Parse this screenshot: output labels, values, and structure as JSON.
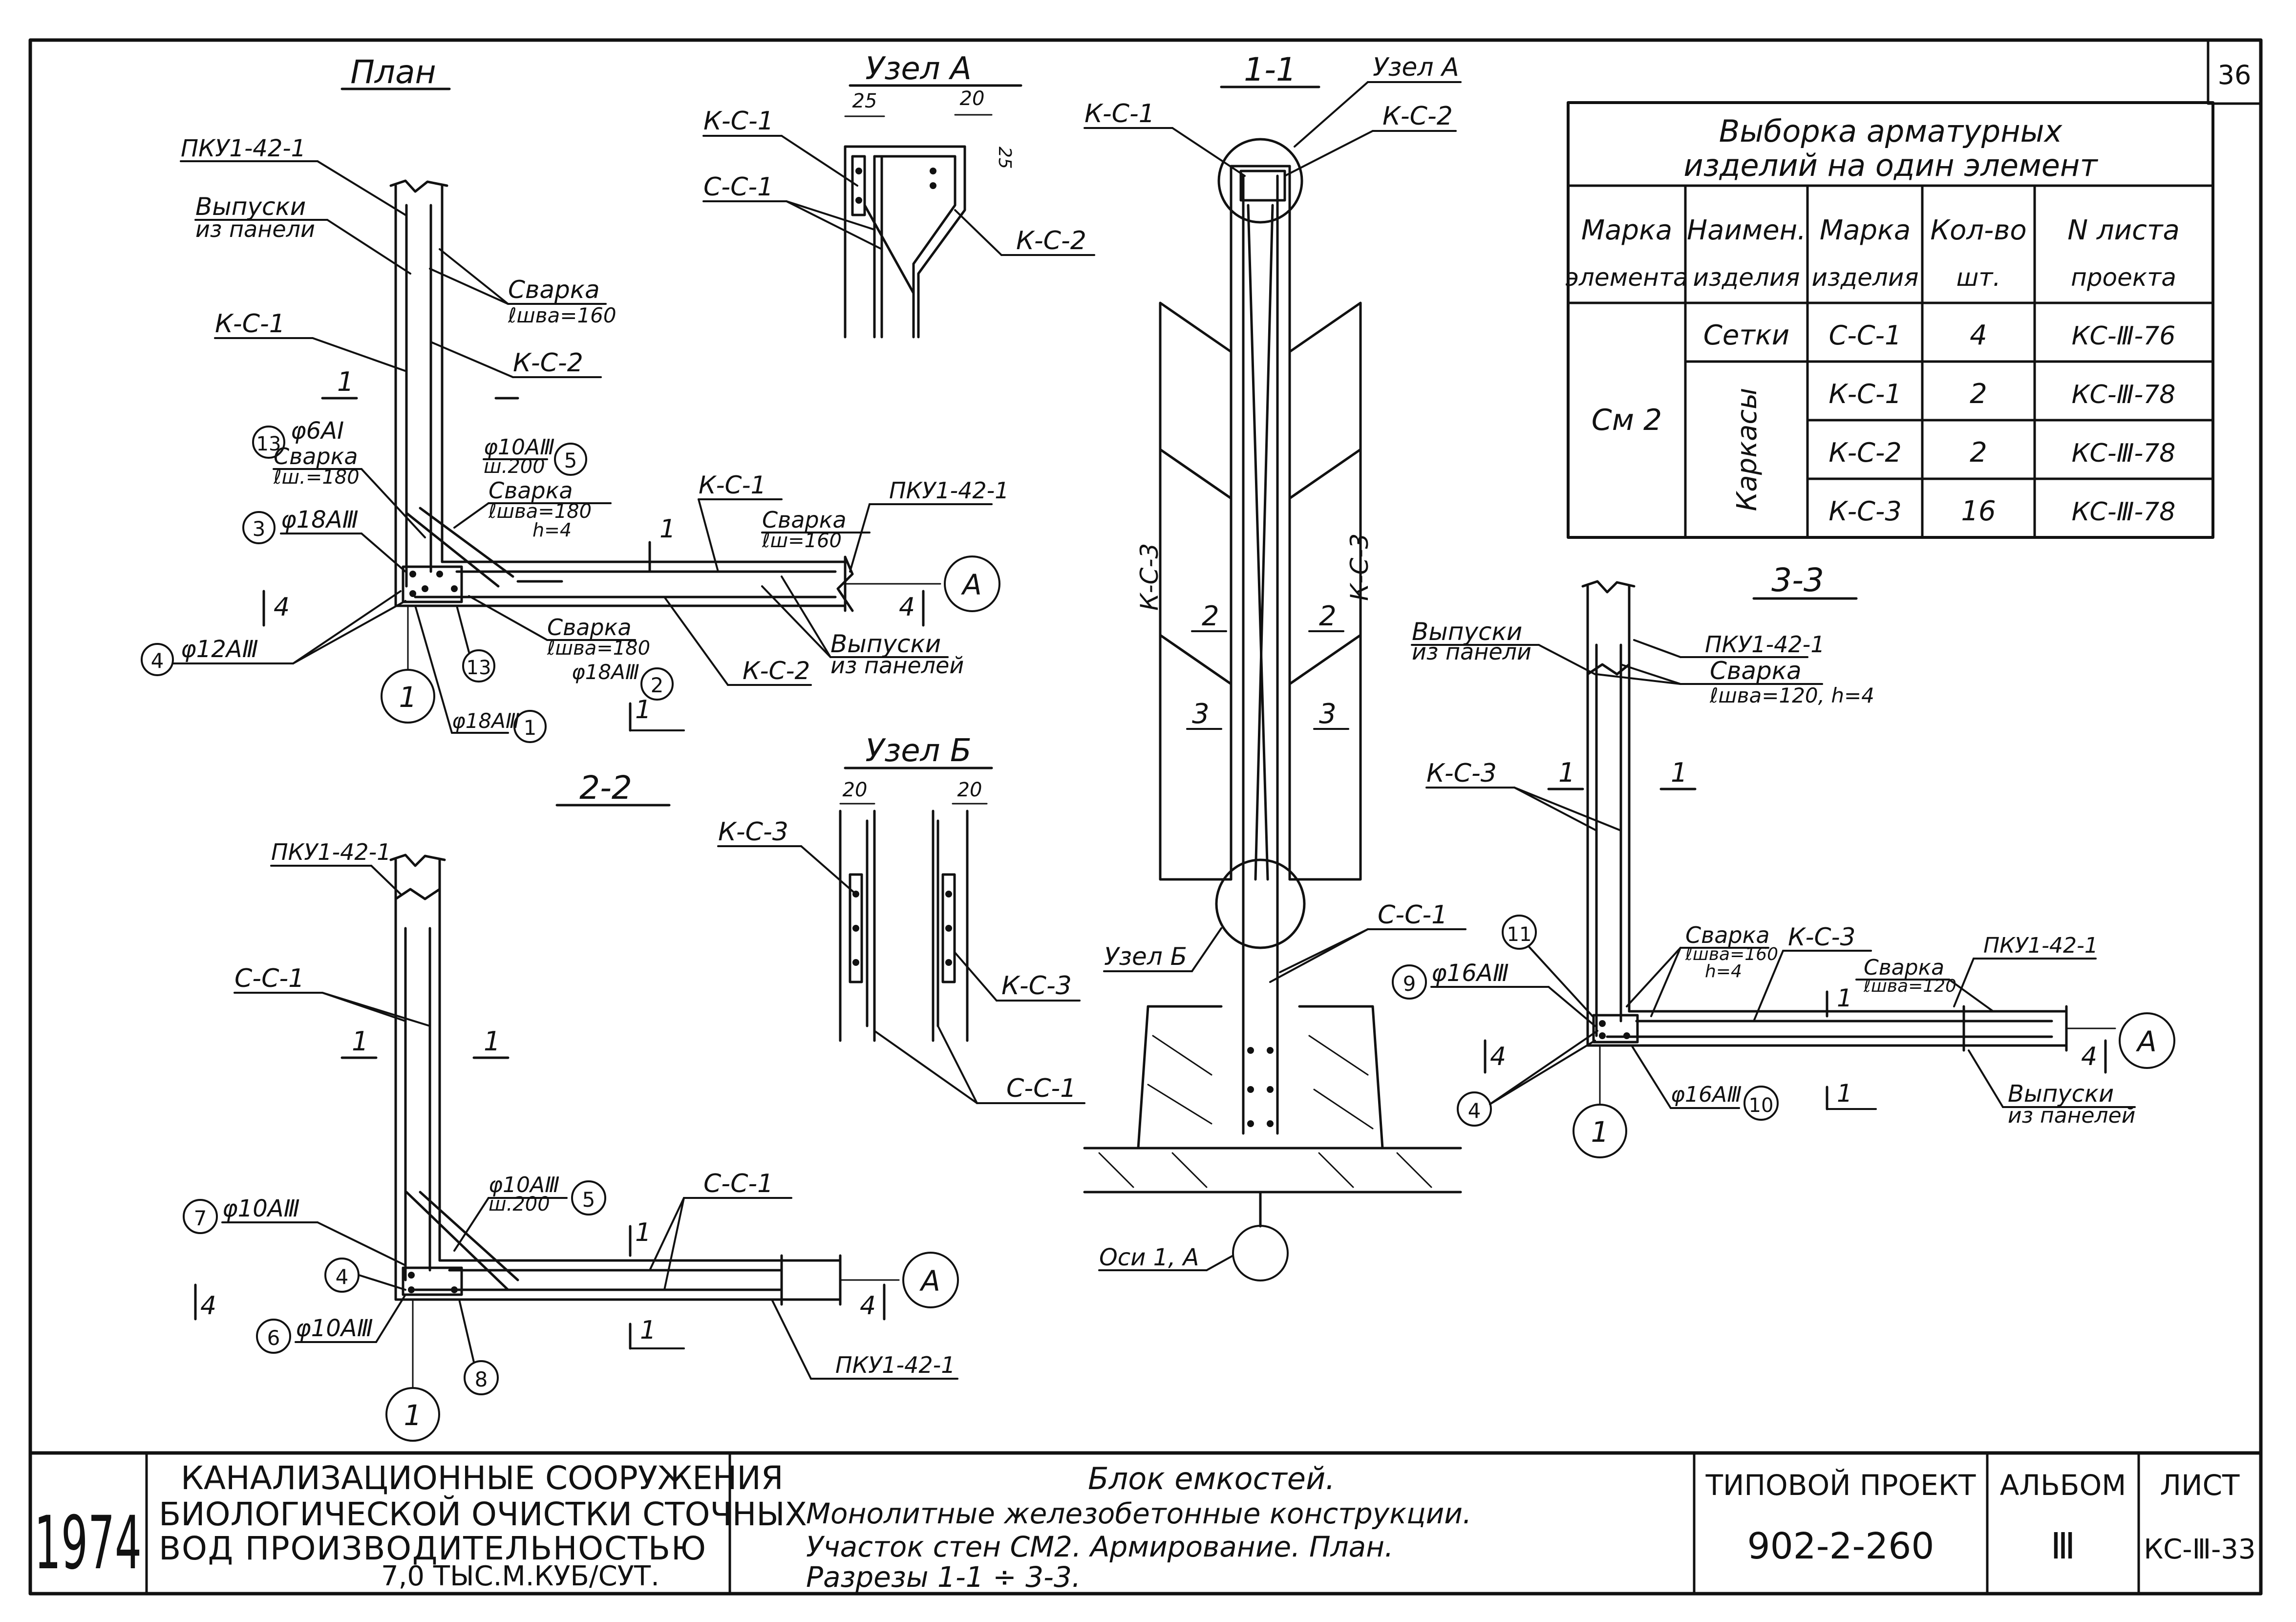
{
  "sheet_number": "36",
  "views": {
    "plan": "План",
    "node_a": "Узел А",
    "node_b": "Узел Б",
    "section_1_1": "1-1",
    "section_2_2": "2-2",
    "section_3_3": "3-3"
  },
  "labels": {
    "pku_1": "ПКУ1-42-1",
    "pku_2": "ПКУ1-42-1",
    "pku_3": "ПКУ1-42-1",
    "pku_4": "ПКУ1-42-1",
    "pku_5": "ПКУ1-42-1",
    "pku_6": "ПКУ1-42-1",
    "vypuski_1": "Выпуски",
    "iz_paneli_1": "из панели",
    "vypuski_2": "Выпуски",
    "iz_paneli_2": "из панелей",
    "vypuski_3": "Выпуски",
    "iz_paneli_3": "из панели",
    "vypuski_4": "Выпуски",
    "iz_paneli_4": "из панелей",
    "svarka": "Сварка",
    "lsh160": "ℓшва=160",
    "lsh180": "ℓш.=180",
    "lsh180b": "ℓшва=180",
    "lsh180c": "ℓшва=180",
    "lsh160b": "ℓш=160",
    "h4": "h=4",
    "lsh120": "ℓшва=120, h=4",
    "lsh160c": "ℓшва=160",
    "lsh120b": "ℓшва=120",
    "ks1": "К-С-1",
    "ks2": "К-С-2",
    "ks3": "К-С-3",
    "cc1": "С-С-1",
    "d6ai": "φ6АI",
    "d10aiii": "φ10АⅢ",
    "sh200": "ш.200",
    "d18aiii": "φ18АⅢ",
    "d12aiii": "φ12АⅢ",
    "d16aiii": "φ16АⅢ",
    "dim25": "25",
    "dim20": "20",
    "uzel_a_mark": "Узел А",
    "uzel_b_mark": "Узел Б",
    "osi": "Оси 1, А",
    "axis_a": "А",
    "axis_1": "1",
    "sec1": "1",
    "sec2": "2",
    "sec3": "3",
    "sec4": "4"
  },
  "table": {
    "title_line1": "Выборка арматурных",
    "title_line2": "изделий на один элемент",
    "headers": [
      "Марка элемента",
      "Наимен. изделия",
      "Марка изделия",
      "Кол-во шт.",
      "N листа проекта"
    ],
    "header_lines": [
      [
        "Марка",
        "элемента"
      ],
      [
        "Наимен.",
        "изделия"
      ],
      [
        "Марка",
        "изделия"
      ],
      [
        "Кол-во",
        "шт."
      ],
      [
        "N листа",
        "проекта"
      ]
    ],
    "element": "См 2",
    "group_setki": "Сетки",
    "group_karkasy": "Каркасы",
    "rows": [
      {
        "mark": "С-С-1",
        "qty": "4",
        "sheet": "КС-Ⅲ-76"
      },
      {
        "mark": "К-С-1",
        "qty": "2",
        "sheet": "КС-Ⅲ-78"
      },
      {
        "mark": "К-С-2",
        "qty": "2",
        "sheet": "КС-Ⅲ-78"
      },
      {
        "mark": "К-С-3",
        "qty": "16",
        "sheet": "КС-Ⅲ-78"
      }
    ]
  },
  "title_block": {
    "year": "1974",
    "org_line1": "КАНАЛИЗАЦИОННЫЕ СООРУЖЕНИЯ",
    "org_line2": "БИОЛОГИЧЕСКОЙ ОЧИСТКИ СТОЧНЫХ",
    "org_line3": "ВОД ПРОИЗВОДИТЕЛЬНОСТЬЮ",
    "org_line4": "7,0 ТЫС.М.КУБ/СУТ.",
    "desc_line1": "Блок емкостей.",
    "desc_line2": "Монолитные железобетонные конструкции.",
    "desc_line3": "Участок стен СМ2. Армирование. План.",
    "desc_line4": "Разрезы 1-1 ÷ 3-3.",
    "project_label": "ТИПОВОЙ ПРОЕКТ",
    "project_number": "902-2-260",
    "album_label": "АЛЬБОМ",
    "album_value": "Ⅲ",
    "sheet_label": "ЛИСТ",
    "sheet_value": "КС-Ⅲ-33"
  }
}
